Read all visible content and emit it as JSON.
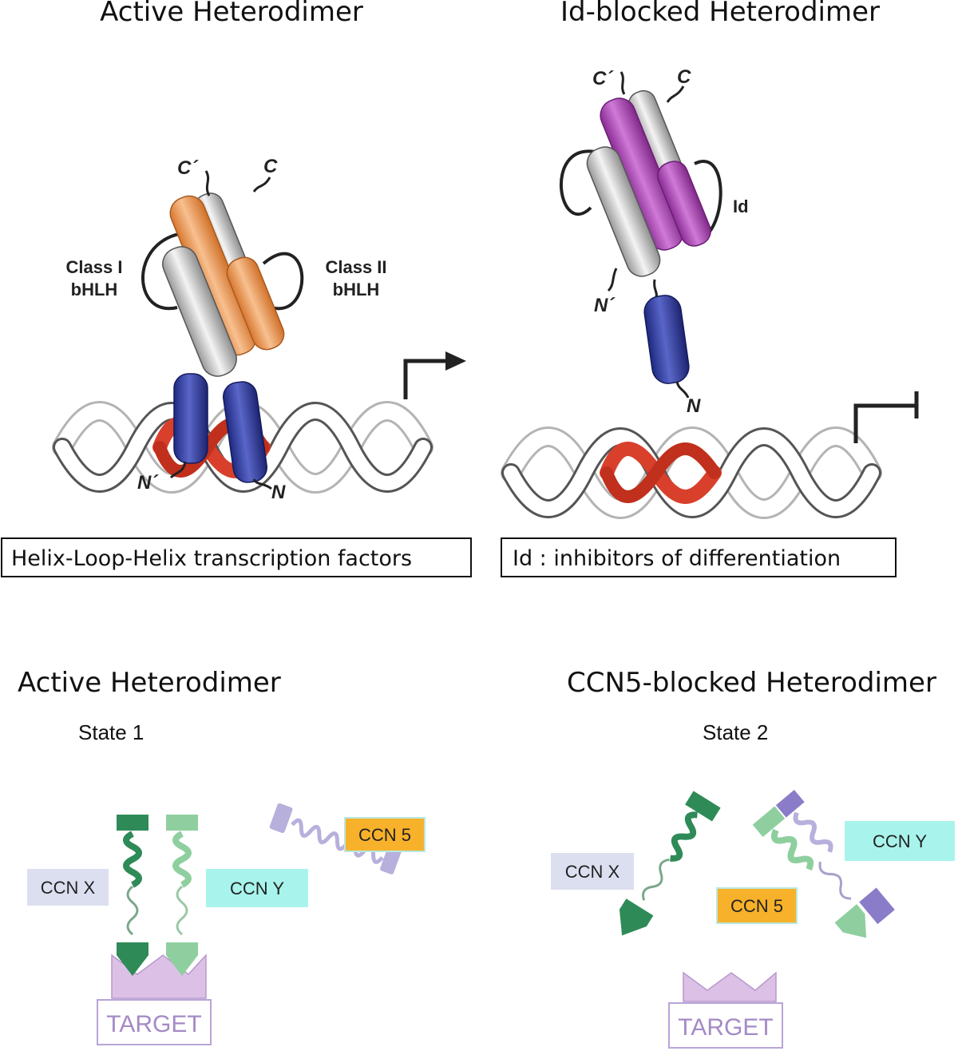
{
  "titles": {
    "top_left": "Active Heterodimer",
    "top_right": "Id-blocked Heterodimer",
    "bottom_left": "Active Heterodimer",
    "bottom_right": "CCN5-blocked Heterodimer"
  },
  "states": {
    "state1": "State 1",
    "state2": "State 2"
  },
  "panel_a": {
    "class1": [
      "Class I",
      "bHLH"
    ],
    "class2": [
      "Class II",
      "bHLH"
    ],
    "c_prime": "C´",
    "c": "C",
    "n_prime": "N´",
    "n": "N",
    "caption": "Helix-Loop-Helix  transcription factors"
  },
  "panel_b": {
    "c_prime": "C´",
    "c": "C",
    "id_label": "Id",
    "n_prime": "N´",
    "n": "N",
    "caption": "Id : inhibitors of differentiation"
  },
  "panel_c": {
    "ccnx": "CCN X",
    "ccny": "CCN Y",
    "ccn5": "CCN 5",
    "target": "TARGET"
  },
  "panel_d": {
    "ccnx": "CCN X",
    "ccny": "CCN Y",
    "ccn5": "CCN 5",
    "target": "TARGET"
  },
  "colors": {
    "orange": "#f0a060",
    "grey": "#c8c8c8",
    "blue": "#3c46a8",
    "red": "#d8402c",
    "purple": "#b04fb8",
    "green_dark": "#2e8b57",
    "green_light": "#8fcf9f",
    "lavender": "#b8b0dc",
    "ccnx_bg": "#dcdff0",
    "ccny_bg": "#a8f4ec",
    "ccn5_bg": "#f7b12a",
    "target_bg": "#dcc0e6"
  }
}
